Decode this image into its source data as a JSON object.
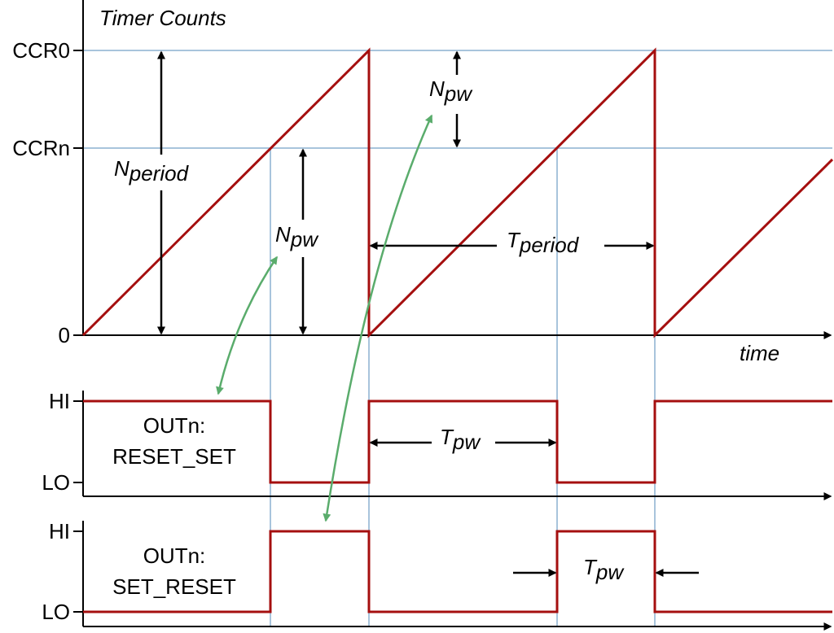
{
  "top_label": "Timer Counts",
  "y_ticks": {
    "ccr0": "CCR0",
    "ccrn": "CCRn",
    "zero": "0"
  },
  "x_label": "time",
  "signal_levels": {
    "hi": "HI",
    "lo": "LO"
  },
  "waveforms": [
    {
      "line1": "OUTn:",
      "line2": "RESET_SET"
    },
    {
      "line1": "OUTn:",
      "line2": "SET_RESET"
    }
  ],
  "annotations": {
    "n_period": {
      "main": "N",
      "sub": "period"
    },
    "n_pw_1": {
      "main": "N",
      "sub": "pw"
    },
    "n_pw_2": {
      "main": "N",
      "sub": "pw"
    },
    "t_period": {
      "main": "T",
      "sub": "period"
    },
    "t_pw_1": {
      "main": "T",
      "sub": "pw"
    },
    "t_pw_2": {
      "main": "T",
      "sub": "pw"
    }
  },
  "colors": {
    "signal": "#a50f0f",
    "guide": "#a8c4dc",
    "axis": "#000000",
    "link_arrow": "#5aac6c"
  }
}
